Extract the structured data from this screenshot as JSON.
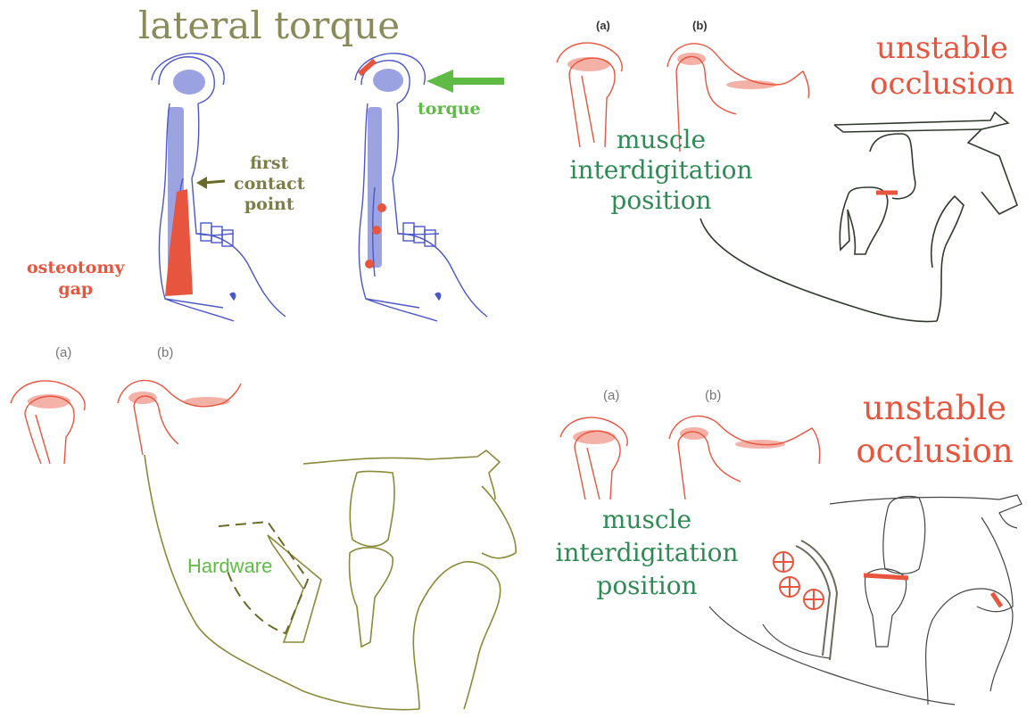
{
  "top_left": {
    "title": "lateral torque",
    "first_contact": [
      "first",
      "contact",
      "point"
    ],
    "osteotomy_gap": [
      "osteotomy",
      "gap"
    ],
    "torque": "torque"
  },
  "top_right": {
    "label_a": "(a)",
    "label_b": "(b)",
    "unstable": [
      "unstable",
      "occlusion"
    ],
    "muscle": [
      "muscle",
      "interdigitation",
      "position"
    ]
  },
  "bottom_left": {
    "label_a": "(a)",
    "label_b": "(b)",
    "hardware": "Hardware"
  },
  "bottom_right": {
    "label_a": "(a)",
    "label_b": "(b)",
    "unstable": [
      "unstable",
      "occlusion"
    ],
    "muscle": [
      "muscle",
      "interdigitation",
      "position"
    ]
  },
  "colors": {
    "olive": "#8a8a5a",
    "red": "#e8553e",
    "blue": "#4b57c9",
    "green": "#2f8a55",
    "light_green": "#5fba46",
    "jaw_olive": "#8c8a3a",
    "dark_line": "#2f3a2c"
  }
}
